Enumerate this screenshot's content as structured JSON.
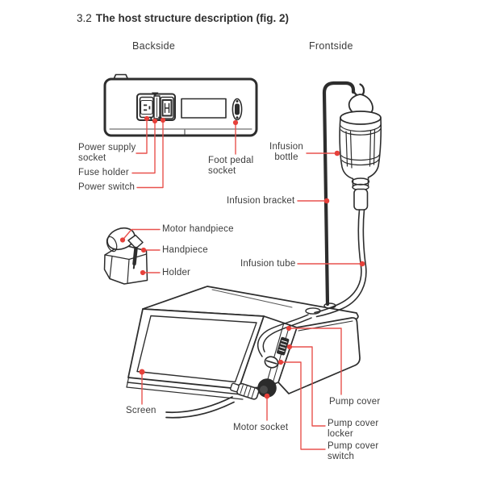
{
  "figure": {
    "title_number": "3.2",
    "title_text": "The host structure description (fig. 2)",
    "view_back": "Backside",
    "view_front": "Frontside"
  },
  "callouts": {
    "power_supply_socket": {
      "line1": "Power supply",
      "line2": "socket"
    },
    "fuse_holder": {
      "line1": "Fuse holder"
    },
    "power_switch": {
      "line1": "Power switch"
    },
    "foot_pedal_socket": {
      "line1": "Foot pedal",
      "line2": "socket"
    },
    "infusion_bottle": {
      "line1": "Infusion",
      "line2": "bottle"
    },
    "infusion_bracket": {
      "line1": "Infusion bracket"
    },
    "infusion_tube": {
      "line1": "Infusion tube"
    },
    "motor_handpiece": {
      "line1": "Motor handpiece"
    },
    "handpiece": {
      "line1": "Handpiece"
    },
    "holder": {
      "line1": "Holder"
    },
    "screen": {
      "line1": "Screen"
    },
    "motor_socket": {
      "line1": "Motor socket"
    },
    "pump_cover": {
      "line1": "Pump cover"
    },
    "pump_cover_locker": {
      "line1": "Pump cover",
      "line2": "locker"
    },
    "pump_cover_switch": {
      "line1": "Pump cover",
      "line2": "switch"
    }
  },
  "colors": {
    "leader_line": "#e8524e",
    "leader_dot": "#e6413b",
    "line_art": "#2d2d2d",
    "text": "#3c3c3c",
    "background": "#ffffff"
  }
}
